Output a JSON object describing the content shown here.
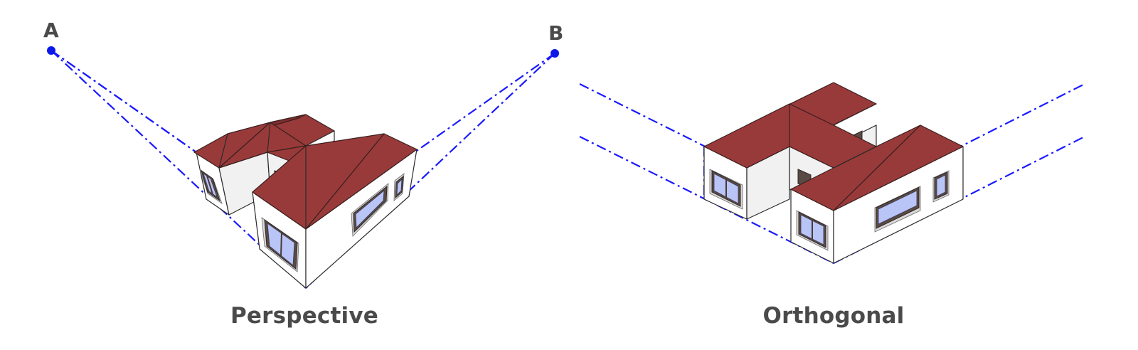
{
  "diagram": {
    "captions": {
      "perspective": "Perspective",
      "orthogonal": "Orthogonal"
    },
    "vanishing_points": {
      "a": "A",
      "b": "B"
    },
    "colors": {
      "guide_line": "#1a1aff",
      "vanishing_point": "#0b18e8",
      "roof": "#993a3a",
      "glass": "#b9c4f7",
      "caption_text": "#4a4a4a"
    }
  }
}
